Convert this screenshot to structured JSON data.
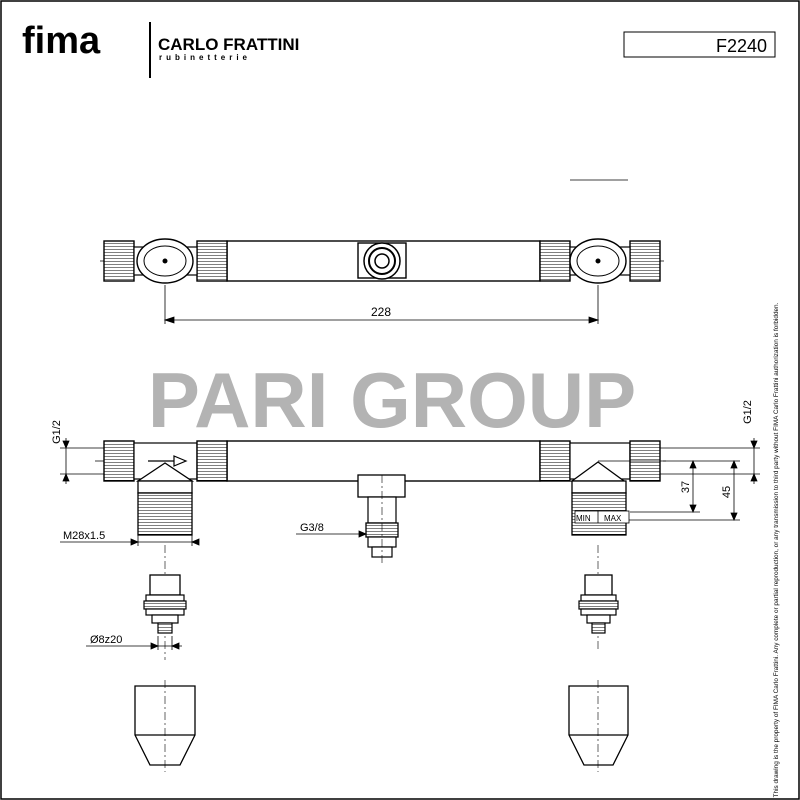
{
  "header": {
    "brand": "fima",
    "company": "CARLO FRATTINI",
    "company_sub": "rubinetterie",
    "model_code": "F2240"
  },
  "watermark": "PARI GROUP",
  "dimensions": {
    "width": "228",
    "inlet_thread_left": "G1/2",
    "inlet_thread_right": "G1/2",
    "height_a": "37",
    "height_b": "45",
    "cartridge_thread": "M28x1.5",
    "outlet_thread": "G3/8",
    "spindle": "Ø8z20",
    "min_label": "MIN",
    "max_label": "MAX"
  },
  "disclaimer": "This drawing is the property of FIMA Carlo Frattini. Any complete or partial reproduction, or any transmission to third party without FIMA Carlo Frattini authorization is forbidden."
}
